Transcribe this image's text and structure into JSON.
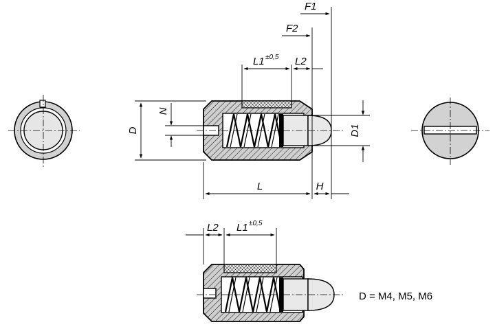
{
  "labels": {
    "F1": "F1",
    "F2": "F2",
    "L1_top": "L1",
    "L1_tol_top": "±0,5",
    "L2_top": "L2",
    "N": "N",
    "D": "D",
    "D1": "D1",
    "L": "L",
    "H": "H",
    "L2_bottom": "L2",
    "L1_bottom": "L1",
    "L1_tol_bottom": "±0,5"
  },
  "note": {
    "variant": "D = M4, M5, M6"
  }
}
